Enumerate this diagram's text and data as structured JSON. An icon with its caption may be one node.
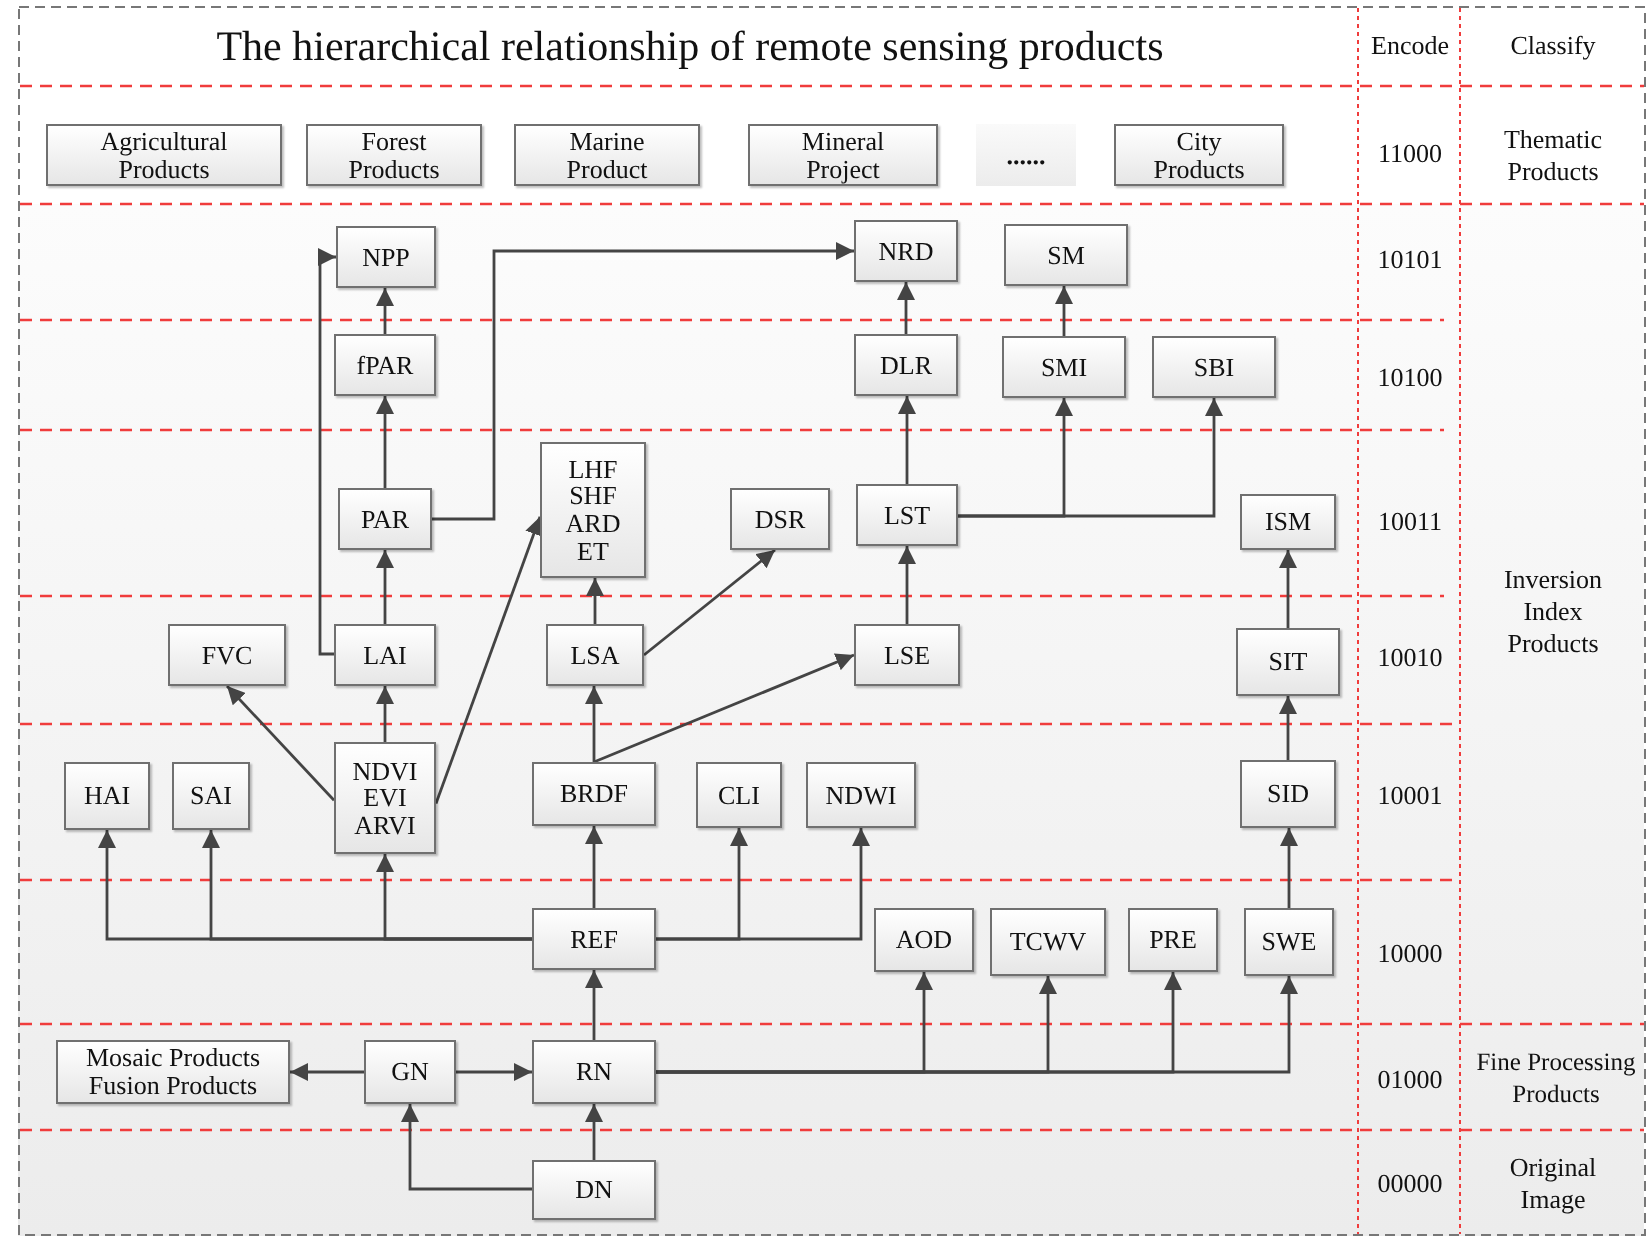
{
  "diagram": {
    "title": "The hierarchical relationship of remote sensing products",
    "nodes": [
      {
        "text": [
          "Agricultural Products"
        ]
      },
      {
        "text": [
          "Forest Products"
        ]
      },
      {
        "text": [
          "Marine Product"
        ]
      },
      {
        "text": [
          "Mineral Project"
        ]
      },
      {
        "text": [
          "......"
        ]
      },
      {
        "text": [
          "City Products"
        ]
      },
      {
        "text": [
          "NPP"
        ]
      },
      {
        "text": [
          "NRD"
        ]
      },
      {
        "text": [
          "SM"
        ]
      },
      {
        "text": [
          "fPAR"
        ]
      },
      {
        "text": [
          "DLR"
        ]
      },
      {
        "text": [
          "SMI"
        ]
      },
      {
        "text": [
          "SBI"
        ]
      },
      {
        "text": [
          "LHF",
          "SHF",
          "ARD",
          "ET"
        ]
      },
      {
        "text": [
          "PAR"
        ]
      },
      {
        "text": [
          "DSR"
        ]
      },
      {
        "text": [
          "LST"
        ]
      },
      {
        "text": [
          "ISM"
        ]
      },
      {
        "text": [
          "FVC"
        ]
      },
      {
        "text": [
          "LAI"
        ]
      },
      {
        "text": [
          "LSA"
        ]
      },
      {
        "text": [
          "LSE"
        ]
      },
      {
        "text": [
          "SIT"
        ]
      },
      {
        "text": [
          "HAI"
        ]
      },
      {
        "text": [
          "SAI"
        ]
      },
      {
        "text": [
          "NDVI",
          "EVI",
          "ARVI"
        ]
      },
      {
        "text": [
          "BRDF"
        ]
      },
      {
        "text": [
          "CLI"
        ]
      },
      {
        "text": [
          "NDWI"
        ]
      },
      {
        "text": [
          "SID"
        ]
      },
      {
        "text": [
          "REF"
        ]
      },
      {
        "text": [
          "AOD"
        ]
      },
      {
        "text": [
          "TCWV"
        ]
      },
      {
        "text": [
          "PRE"
        ]
      },
      {
        "text": [
          "SWE"
        ]
      },
      {
        "text": [
          "Mosaic Products",
          "Fusion Products"
        ]
      },
      {
        "text": [
          "GN"
        ]
      },
      {
        "text": [
          "RN"
        ]
      },
      {
        "text": [
          "DN"
        ]
      }
    ],
    "edges": [
      {
        "from": 9,
        "to": 6,
        "arrow": "to"
      },
      {
        "from": 14,
        "to": 9,
        "arrow": "to"
      },
      {
        "from": 19,
        "to": 14,
        "arrow": "to"
      },
      {
        "from": 25,
        "to": 19,
        "arrow": "to"
      },
      {
        "from": 25,
        "to": 18,
        "arrow": "to"
      },
      {
        "from": 25,
        "to": 13,
        "arrow": "to"
      },
      {
        "from": 19,
        "to": 6,
        "arrow": "to"
      },
      {
        "from": 14,
        "to": 7,
        "arrow": "to"
      },
      {
        "from": 10,
        "to": 7,
        "arrow": "to"
      },
      {
        "from": 11,
        "to": 8,
        "arrow": "to"
      },
      {
        "from": 16,
        "to": 10,
        "arrow": "to"
      },
      {
        "from": 16,
        "to": 11,
        "arrow": "to"
      },
      {
        "from": 16,
        "to": 12,
        "arrow": "to"
      },
      {
        "from": 21,
        "to": 16,
        "arrow": "to"
      },
      {
        "from": 20,
        "to": 13,
        "arrow": "to"
      },
      {
        "from": 20,
        "to": 15,
        "arrow": "to"
      },
      {
        "from": 26,
        "to": 20,
        "arrow": "to"
      },
      {
        "from": 26,
        "to": 21,
        "arrow": "to"
      },
      {
        "from": 22,
        "to": 17,
        "arrow": "to"
      },
      {
        "from": 29,
        "to": 22,
        "arrow": "to"
      },
      {
        "from": 34,
        "to": 29,
        "arrow": "to"
      },
      {
        "from": 30,
        "to": 23,
        "arrow": "to"
      },
      {
        "from": 30,
        "to": 24,
        "arrow": "to"
      },
      {
        "from": 30,
        "to": 25,
        "arrow": "to"
      },
      {
        "from": 30,
        "to": 26,
        "arrow": "to"
      },
      {
        "from": 30,
        "to": 27,
        "arrow": "to"
      },
      {
        "from": 30,
        "to": 28,
        "arrow": "to"
      },
      {
        "from": 37,
        "to": 30,
        "arrow": "to"
      },
      {
        "from": 37,
        "to": 31,
        "arrow": "to"
      },
      {
        "from": 37,
        "to": 32,
        "arrow": "to"
      },
      {
        "from": 37,
        "to": 33,
        "arrow": "to"
      },
      {
        "from": 37,
        "to": 34,
        "arrow": "to"
      },
      {
        "from": 36,
        "to": 37,
        "arrow": "to"
      },
      {
        "from": 36,
        "to": 35,
        "arrow": "to"
      },
      {
        "from": 38,
        "to": 37,
        "arrow": "to"
      },
      {
        "from": 38,
        "to": 36,
        "arrow": "to"
      }
    ],
    "labels": [
      "Encode",
      "Classify",
      "11000",
      "Thematic Products",
      "10101",
      "10100",
      "10011",
      "Inversion Index Products",
      "10010",
      "10001",
      "10000",
      "01000",
      "Fine Processing Products",
      "00000",
      "Original Image"
    ]
  }
}
